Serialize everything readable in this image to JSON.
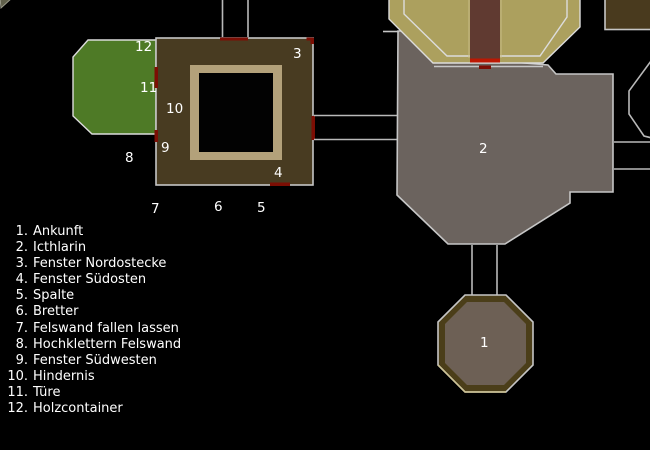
{
  "map_labels": [
    {
      "n": "1"
    },
    {
      "n": "2"
    },
    {
      "n": "3"
    },
    {
      "n": "4"
    },
    {
      "n": "5"
    },
    {
      "n": "6"
    },
    {
      "n": "7"
    },
    {
      "n": "8"
    },
    {
      "n": "9"
    },
    {
      "n": "10"
    },
    {
      "n": "11"
    },
    {
      "n": "12"
    }
  ],
  "legend": {
    "items": [
      {
        "num": "1.",
        "label": "Ankunft"
      },
      {
        "num": "2.",
        "label": "Icthlarin"
      },
      {
        "num": "3.",
        "label": "Fenster Nordostecke"
      },
      {
        "num": "4.",
        "label": "Fenster Südosten"
      },
      {
        "num": "5.",
        "label": "Spalte"
      },
      {
        "num": "6.",
        "label": "Bretter"
      },
      {
        "num": "7.",
        "label": "Felswand fallen lassen"
      },
      {
        "num": "8.",
        "label": "Hochklettern Felswand"
      },
      {
        "num": "9.",
        "label": "Fenster Südwesten"
      },
      {
        "num": "10.",
        "label": "Hindernis"
      },
      {
        "num": "11.",
        "label": "Türe"
      },
      {
        "num": "12.",
        "label": "Holzcontainer"
      }
    ]
  },
  "colors": {
    "background": "#000000",
    "grass_green": "#4e7a26",
    "building1_brown": "#483b21",
    "inner_wall_tan": "#b3a17a",
    "courtyard_black": "#020202",
    "building2_gray": "#6b635e",
    "temple_khaki": "#aca05e",
    "carpet_maroon": "#603a31",
    "door_red": "#bc1803",
    "window_red": "#7c0e04",
    "storeroom_brown": "#493a1e",
    "arena_ring_olive": "#4b3e19",
    "arena_floor_gray": "#6d6055",
    "text_white": "#ffffff"
  }
}
